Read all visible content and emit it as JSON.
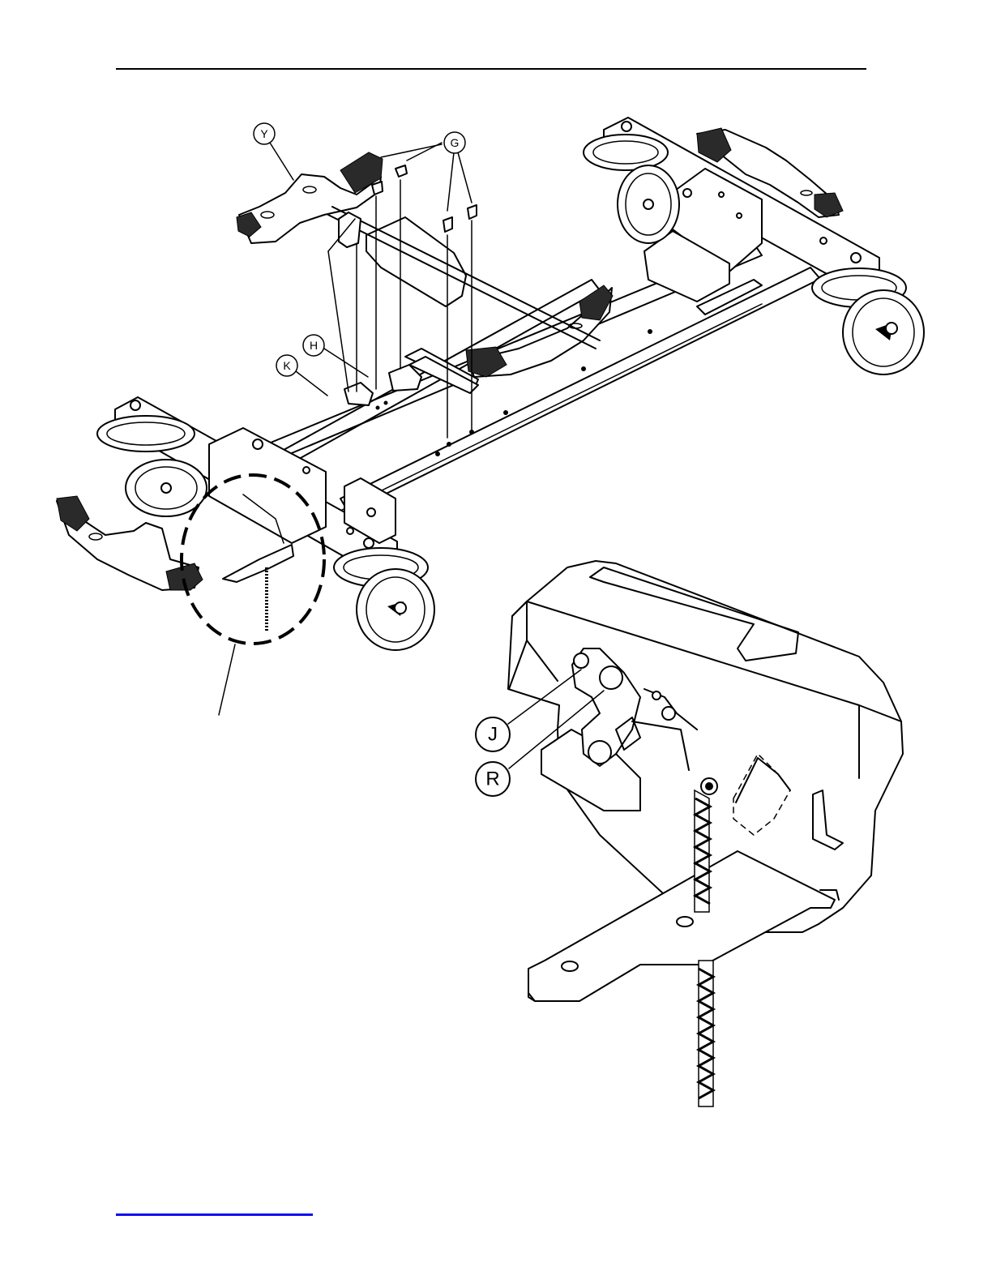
{
  "diagram": {
    "callouts": {
      "Y": "Y",
      "G": "G",
      "H": "H",
      "K": "K",
      "J": "J",
      "R": "R"
    }
  },
  "colors": {
    "line": "#000000",
    "footer_link": "#1010ee",
    "tread": "#2a2a2a"
  }
}
